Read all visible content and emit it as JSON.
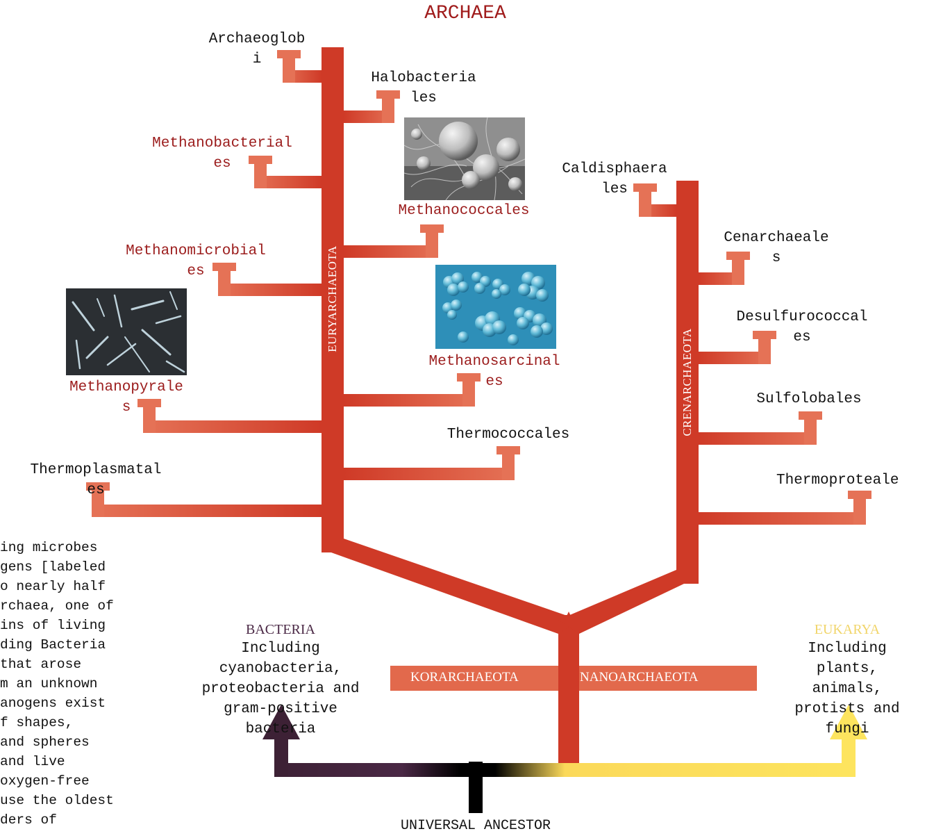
{
  "title": "ARCHAEA",
  "groups": {
    "eury": "EURYARCHAEOTA",
    "cren": "CRENARCHAEOTA",
    "kor": "KORARCHAEOTA",
    "nano": "NANOARCHAEOTA"
  },
  "orders": {
    "archaeoglobi": [
      "Archaeoglob",
      "i"
    ],
    "halobacteriales": [
      "Halobacteria",
      "les"
    ],
    "methanobacteriales": [
      "Methanobacterial",
      "es"
    ],
    "methanococcales": [
      "Methanococcales"
    ],
    "methanomicrobiales": [
      "Methanomicrobial",
      "es"
    ],
    "methanosarcinales": [
      "Methanosarcinal",
      "es"
    ],
    "methanopyrales": [
      "Methanopyrale",
      "s"
    ],
    "thermococcales": [
      "Thermococcales"
    ],
    "thermoplasmatales": [
      "Thermoplasmatal",
      "es"
    ],
    "caldisphaerales": [
      "Caldisphaera",
      "les"
    ],
    "cenarchaeales": [
      "Cenarchaeale",
      "s"
    ],
    "desulfurococcales": [
      "Desulfurococcal",
      "es"
    ],
    "sulfolobales": [
      "Sulfolobales"
    ],
    "thermoproteales": [
      "Thermoproteale"
    ]
  },
  "bacteria": {
    "heading": "BACTERIA",
    "lines": [
      "Including",
      "cyanobacteria,",
      "proteobacteria and",
      "gram-positive",
      "bacteria"
    ]
  },
  "eukarya": {
    "heading": "EUKARYA",
    "lines": [
      "Including",
      "plants,",
      "animals,",
      "protists and",
      "fungi"
    ]
  },
  "root_label": "UNIVERSAL ANCESTOR",
  "side_text": [
    "ing microbes",
    "gens [labeled",
    "o nearly half",
    "rchaea, one of",
    "ins of living",
    "ding Bacteria",
    "that arose",
    "m an unknown",
    "anogens exist",
    "f shapes,",
    " and spheres",
    " and live",
    " oxygen-free",
    "use the oldest",
    "ders of"
  ],
  "colors": {
    "trunk": "#cf3a27",
    "branch": "#e2694c",
    "methanogen_label": "#9b1c1c",
    "bacteria": "#4a2845",
    "eukarya": "#f7da57"
  }
}
